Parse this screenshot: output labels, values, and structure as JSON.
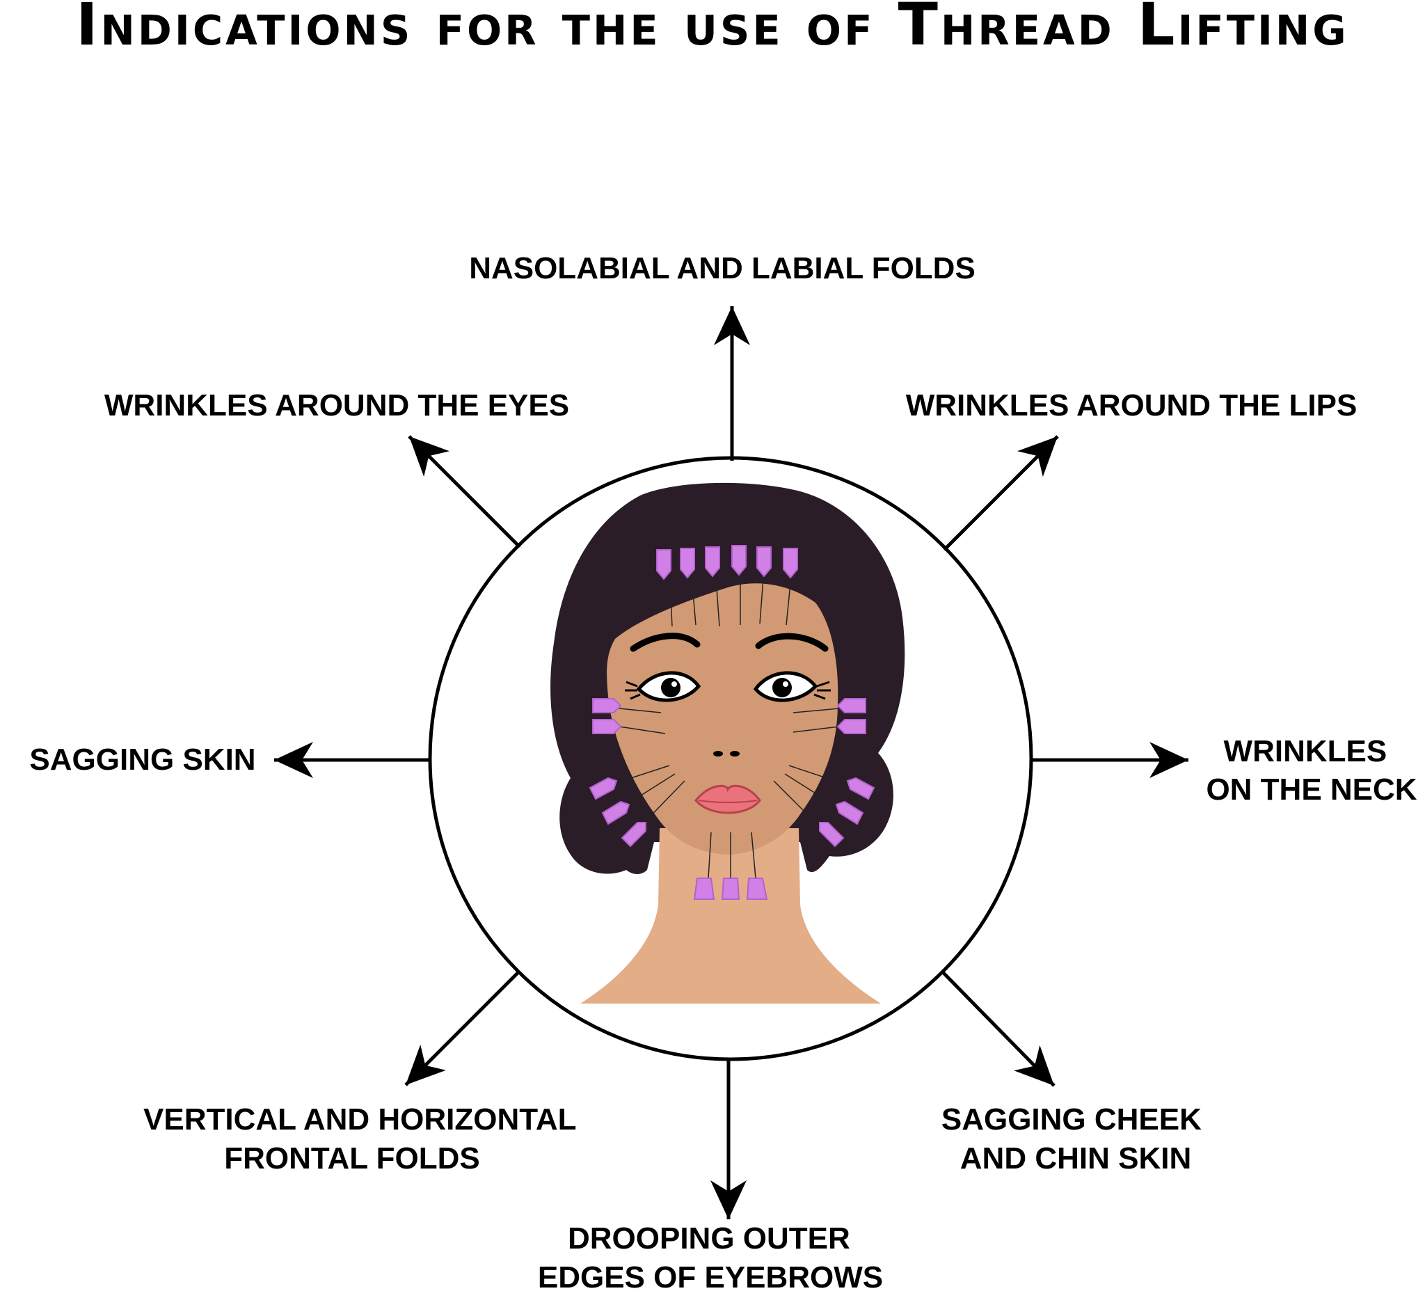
{
  "title": "Indications for the use of Thread Lifting",
  "colors": {
    "hair": "#2a1d27",
    "skin_face": "#d19a74",
    "skin_neck": "#e3ad87",
    "thread_cap": "#d181e6",
    "lips": "#e9727b",
    "line": "#000000",
    "background": "#ffffff"
  },
  "indications": {
    "top": {
      "lines": [
        "NASOLABIAL AND LABIAL FOLDS"
      ]
    },
    "top_left": {
      "lines": [
        "WRINKLES AROUND THE EYES"
      ]
    },
    "top_right": {
      "lines": [
        "WRINKLES AROUND THE LIPS"
      ]
    },
    "left": {
      "lines": [
        "SAGGING SKIN"
      ]
    },
    "right": {
      "lines": [
        "WRINKLES",
        "ON THE NECK"
      ]
    },
    "bottom_left": {
      "lines": [
        "VERTICAL AND HORIZONTAL",
        "FRONTAL FOLDS"
      ]
    },
    "bottom_right": {
      "lines": [
        "SAGGING CHEEK",
        "AND CHIN SKIN"
      ]
    },
    "bottom": {
      "lines": [
        "DROOPING OUTER",
        "EDGES OF EYEBROWS"
      ]
    }
  },
  "icons": {
    "arrow": "arrow-icon",
    "face": "face-illustration"
  }
}
